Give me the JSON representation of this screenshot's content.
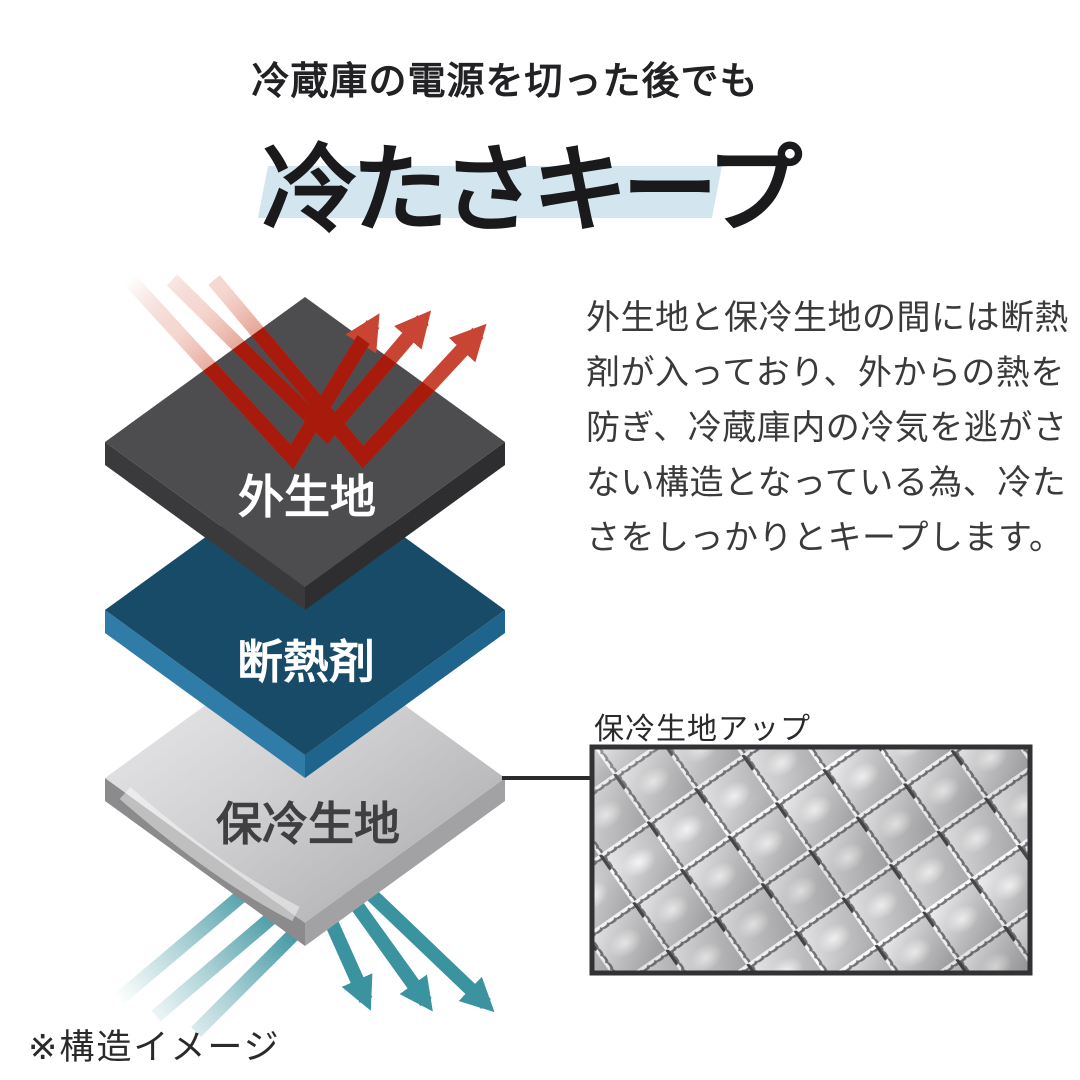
{
  "header": {
    "subtitle": "冷蔵庫の電源を切った後でも",
    "title": "冷たさキープ",
    "highlight_color": "#d3e6f0"
  },
  "description": {
    "lines": [
      "外生地と保冷生地の間には断熱",
      "剤が入っており、外からの熱を",
      "防ぎ、冷蔵庫内の冷気を逃がさ",
      "ない構造となっている為、冷た",
      "さをしっかりとキープします。"
    ]
  },
  "diagram": {
    "layers": [
      {
        "label": "外生地",
        "top_color": "#4d4d4f",
        "left_side_color": "#3a3a3c",
        "right_side_color": "#2e2e30"
      },
      {
        "label": "断熱剤",
        "top_color": "#174b68",
        "left_side_color": "#2f7ca8",
        "right_side_color": "#1f648c"
      },
      {
        "label": "保冷生地",
        "top_color": "#c9c9cb",
        "left_side_color": "#8b8b8d",
        "right_side_color": "#a2a2a4"
      }
    ],
    "heat_arrow_color": "#c84534",
    "heat_arrow_surface_color": "#a81b0c",
    "cold_arrow_color": "#3a939e",
    "connector_color": "#2b2b2d"
  },
  "callout": {
    "label": "保冷生地アップ",
    "frame_color": "#323234"
  },
  "footnote": "※構造イメージ"
}
